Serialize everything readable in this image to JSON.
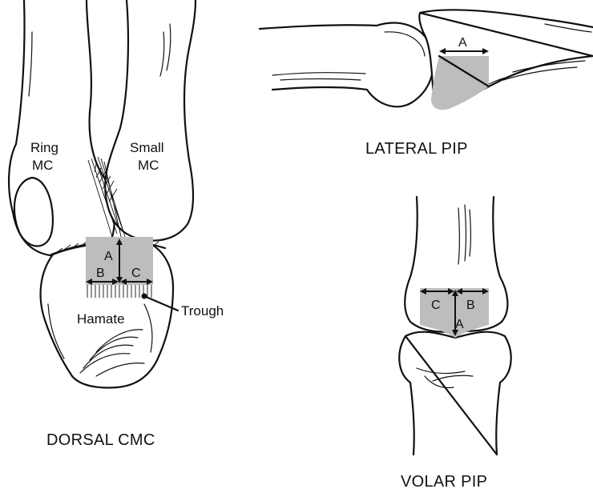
{
  "panels": {
    "dorsal_cmc": {
      "caption": "DORSAL CMC",
      "labels": {
        "ring_mc_1": "Ring",
        "ring_mc_2": "MC",
        "small_mc_1": "Small",
        "small_mc_2": "MC",
        "hamate": "Hamate",
        "trough": "Trough"
      },
      "dimensions": {
        "a": "A",
        "b": "B",
        "c": "C"
      }
    },
    "lateral_pip": {
      "caption": "LATERAL PIP",
      "dimensions": {
        "a": "A"
      }
    },
    "volar_pip": {
      "caption": "VOLAR PIP",
      "dimensions": {
        "a": "A",
        "b": "B",
        "c": "C"
      }
    }
  },
  "colors": {
    "graft_region": "#bdbdbd",
    "outline": "#111111",
    "background": "#ffffff"
  }
}
